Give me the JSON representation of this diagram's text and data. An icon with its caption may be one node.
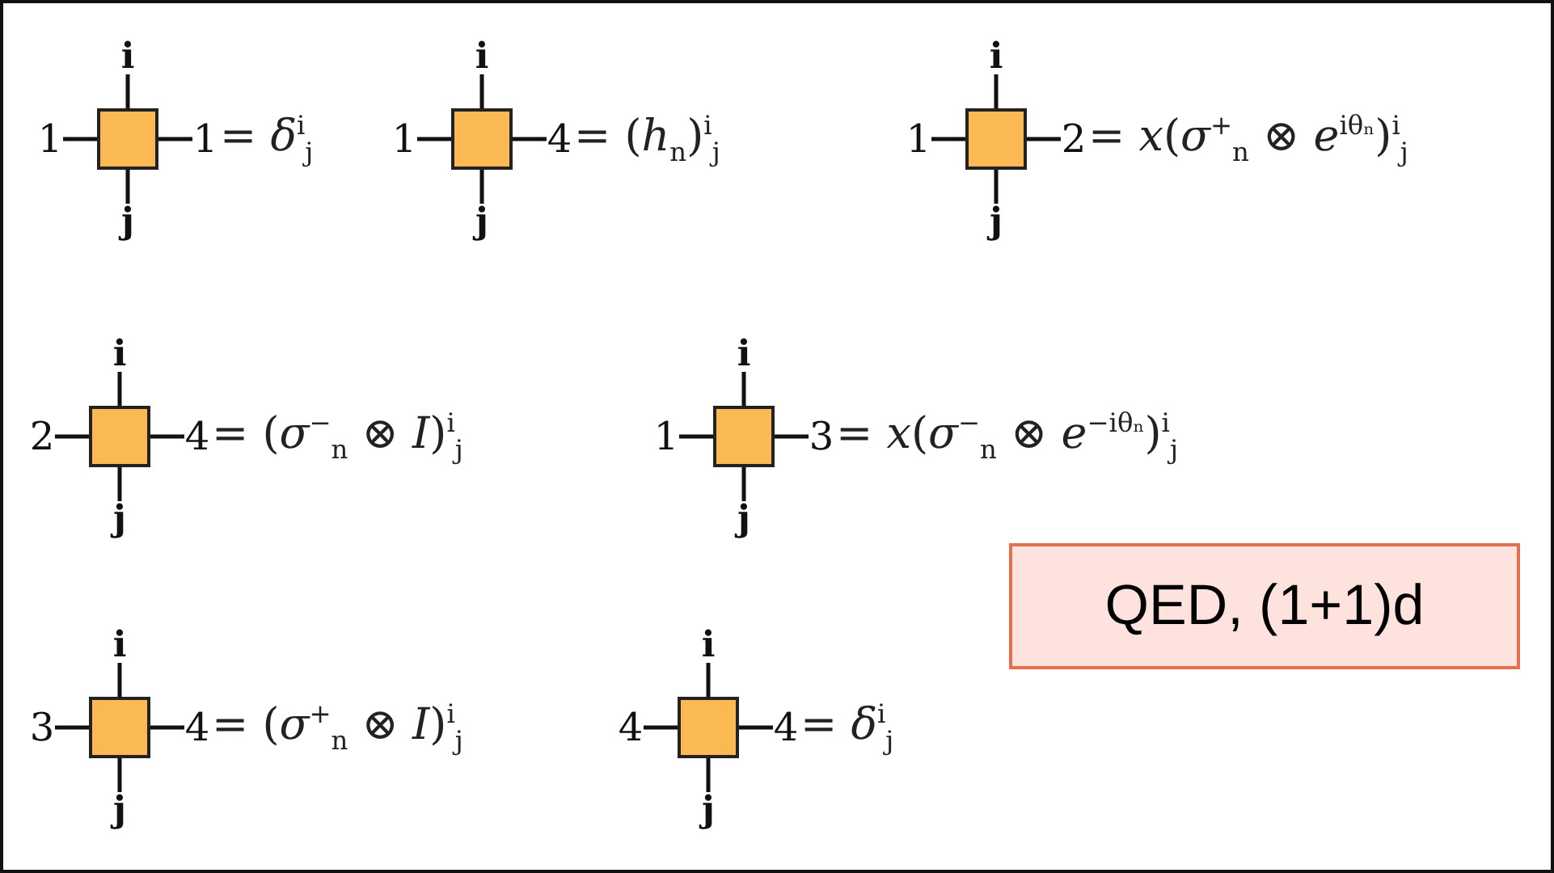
{
  "diagram": {
    "nodes": [
      {
        "text": [
          "i"
        ]
      },
      {
        "text": [
          "1"
        ]
      },
      {
        "text": [],
        "shape": "box"
      },
      {
        "text": [
          "1"
        ]
      },
      {
        "text": [
          "j"
        ]
      },
      {
        "text": [
          "i"
        ]
      },
      {
        "text": [
          "1"
        ]
      },
      {
        "text": [],
        "shape": "box"
      },
      {
        "text": [
          "4"
        ]
      },
      {
        "text": [
          "j"
        ]
      },
      {
        "text": [
          "i"
        ]
      },
      {
        "text": [
          "1"
        ]
      },
      {
        "text": [],
        "shape": "box"
      },
      {
        "text": [
          "2"
        ]
      },
      {
        "text": [
          "j"
        ]
      },
      {
        "text": [
          "i"
        ]
      },
      {
        "text": [
          "2"
        ]
      },
      {
        "text": [],
        "shape": "box"
      },
      {
        "text": [
          "4"
        ]
      },
      {
        "text": [
          "j"
        ]
      },
      {
        "text": [
          "i"
        ]
      },
      {
        "text": [
          "1"
        ]
      },
      {
        "text": [],
        "shape": "box"
      },
      {
        "text": [
          "3"
        ]
      },
      {
        "text": [
          "j"
        ]
      },
      {
        "text": [
          "QED, (1+1)d"
        ]
      },
      {
        "text": [
          "i"
        ]
      },
      {
        "text": [
          "3"
        ]
      },
      {
        "text": [],
        "shape": "box"
      },
      {
        "text": [
          "4"
        ]
      },
      {
        "text": [
          "j"
        ]
      },
      {
        "text": [
          "i"
        ]
      },
      {
        "text": [
          "4"
        ]
      },
      {
        "text": [],
        "shape": "box"
      },
      {
        "text": [
          "4"
        ]
      },
      {
        "text": [
          "j"
        ]
      }
    ],
    "edges": [
      {
        "from": 2,
        "to": 0,
        "arrow": "none"
      },
      {
        "from": 2,
        "to": 1,
        "arrow": "none"
      },
      {
        "from": 2,
        "to": 3,
        "arrow": "none"
      },
      {
        "from": 2,
        "to": 4,
        "arrow": "none"
      },
      {
        "from": 7,
        "to": 5,
        "arrow": "none"
      },
      {
        "from": 7,
        "to": 6,
        "arrow": "none"
      },
      {
        "from": 7,
        "to": 8,
        "arrow": "none"
      },
      {
        "from": 7,
        "to": 9,
        "arrow": "none"
      },
      {
        "from": 12,
        "to": 10,
        "arrow": "none"
      },
      {
        "from": 12,
        "to": 11,
        "arrow": "none"
      },
      {
        "from": 12,
        "to": 13,
        "arrow": "none"
      },
      {
        "from": 12,
        "to": 14,
        "arrow": "none"
      },
      {
        "from": 17,
        "to": 15,
        "arrow": "none"
      },
      {
        "from": 17,
        "to": 16,
        "arrow": "none"
      },
      {
        "from": 17,
        "to": 18,
        "arrow": "none"
      },
      {
        "from": 17,
        "to": 19,
        "arrow": "none"
      },
      {
        "from": 22,
        "to": 20,
        "arrow": "none"
      },
      {
        "from": 22,
        "to": 21,
        "arrow": "none"
      },
      {
        "from": 22,
        "to": 23,
        "arrow": "none"
      },
      {
        "from": 22,
        "to": 24,
        "arrow": "none"
      },
      {
        "from": 28,
        "to": 26,
        "arrow": "none"
      },
      {
        "from": 28,
        "to": 27,
        "arrow": "none"
      },
      {
        "from": 28,
        "to": 29,
        "arrow": "none"
      },
      {
        "from": 28,
        "to": 30,
        "arrow": "none"
      },
      {
        "from": 33,
        "to": 31,
        "arrow": "none"
      },
      {
        "from": 33,
        "to": 32,
        "arrow": "none"
      },
      {
        "from": 33,
        "to": 34,
        "arrow": "none"
      },
      {
        "from": 33,
        "to": 35,
        "arrow": "none"
      }
    ],
    "labels": [
      "= *δ*$^{i}$$_{j}$",
      "= (*h*$_{n}$)$^{i}$$_{j}$",
      "= *x*(*σ*$^{+}$$_{n}$ ⊗ *e*$^{iθₙ}$)$^{i}$$_{j}$",
      "= (*σ*$^{−}$$_{n}$ ⊗ *I*)$^{i}$$_{j}$",
      "= *x*(*σ*$^{−}$$_{n}$ ⊗ *e*$^{−iθₙ}$)$^{i}$$_{j}$",
      "= (*σ*$^{+}$$_{n}$ ⊗ *I*)$^{i}$$_{j}$",
      "= *δ*$^{i}$$_{j}$"
    ]
  }
}
